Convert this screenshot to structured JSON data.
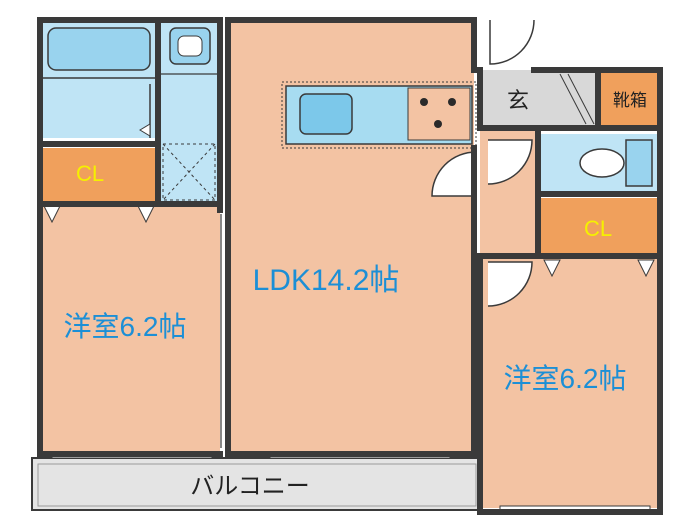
{
  "colors": {
    "room": "#f3c3a3",
    "storage": "#f0a05c",
    "wet": "#bfe4f5",
    "fixture": "#99d3ee",
    "kitchen_counter": "#a7dcf1",
    "hall": "#d8d8d8",
    "balcony": "#e4e4e4",
    "wall": "#3a3a3a",
    "label_blue": "#1c8fd6",
    "label_yellow": "#f5f000",
    "label_dark": "#222222"
  },
  "labels": {
    "ldk": "LDK14.2帖",
    "western_left": "洋室6.2帖",
    "western_right": "洋室6.2帖",
    "cl_left": "CL",
    "cl_right": "CL",
    "entrance": "玄",
    "shoe_box": "靴箱",
    "balcony": "バルコニー"
  },
  "icons": {
    "bathtub": "bathtub-icon",
    "washbasin": "washbasin-icon",
    "toilet": "toilet-icon",
    "sink": "kitchen-sink-icon",
    "stove": "stove-icon",
    "washer": "washing-machine-pan-icon"
  }
}
